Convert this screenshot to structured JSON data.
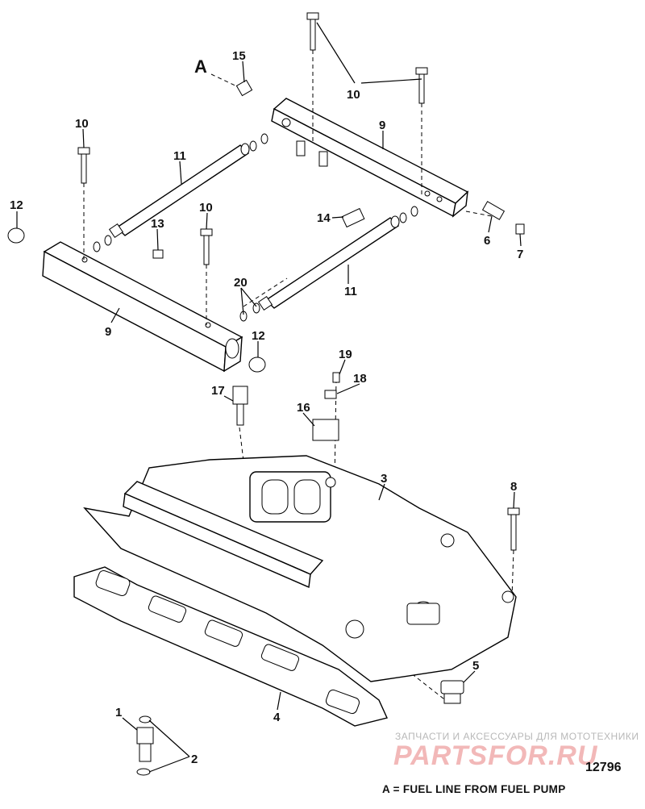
{
  "diagram": {
    "reference_label": "A",
    "callouts": {
      "c1": "1",
      "c2": "2",
      "c3": "3",
      "c4": "4",
      "c5": "5",
      "c6": "6",
      "c7": "7",
      "c8": "8",
      "c9a": "9",
      "c9b": "9",
      "c10a": "10",
      "c10b": "10",
      "c10c": "10",
      "c11a": "11",
      "c11b": "11",
      "c12a": "12",
      "c12b": "12",
      "c13": "13",
      "c14": "14",
      "c15": "15",
      "c16": "16",
      "c17": "17",
      "c18": "18",
      "c19": "19",
      "c20": "20"
    },
    "figure_number": "12796",
    "footnote": "A = FUEL LINE FROM FUEL PUMP"
  },
  "watermark": {
    "tagline": "ЗАПЧАСТИ И АКСЕССУАРЫ ДЛЯ МОТОТЕХНИКИ",
    "logo": "PARTSFOR.RU"
  }
}
